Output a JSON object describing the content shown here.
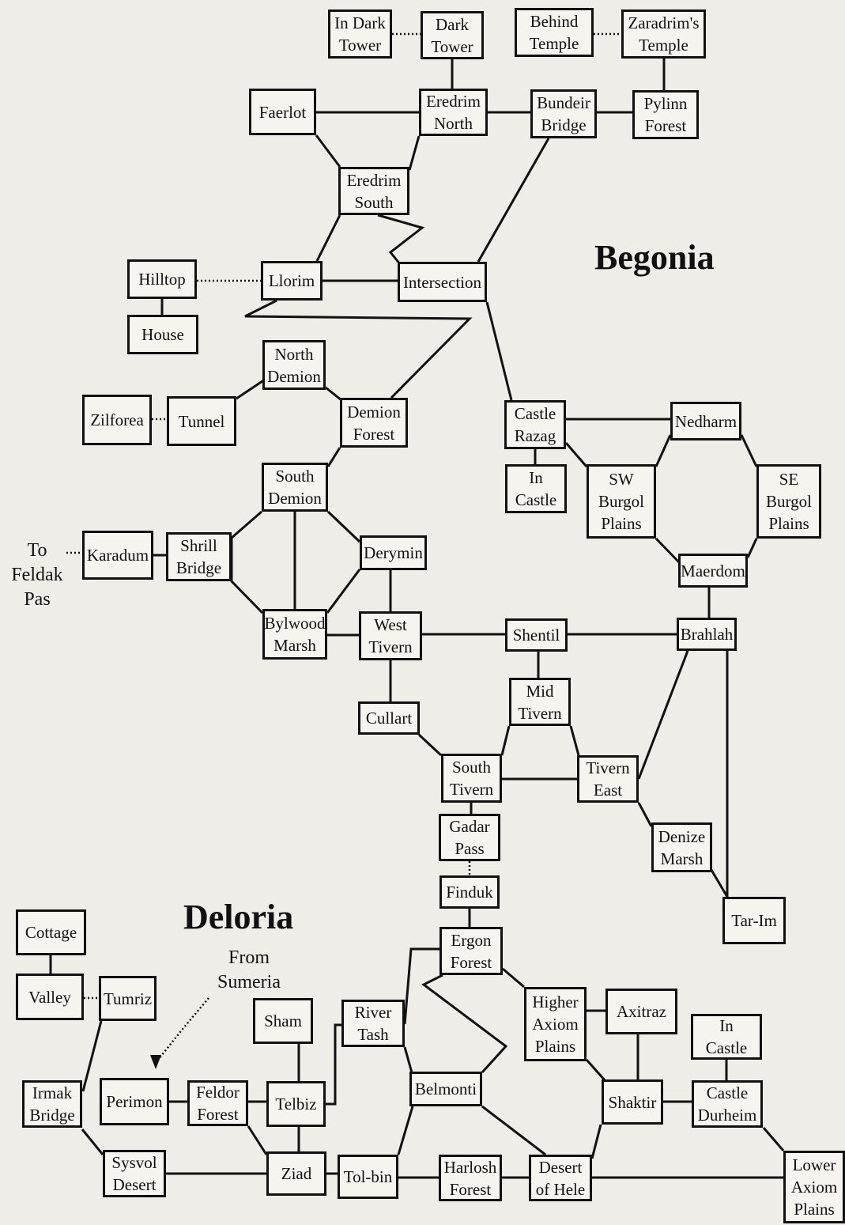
{
  "regions": {
    "begonia": "Begonia",
    "deloria": "Deloria"
  },
  "free_labels": {
    "to_feldak": "To\nFeldak\nPas",
    "from_sumeria": "From\nSumeria"
  },
  "locations": {
    "in_dark_tower": "In Dark\nTower",
    "dark_tower": "Dark\nTower",
    "behind_temple": "Behind\nTemple",
    "zaradrims_temple": "Zaradrim's\nTemple",
    "faerlot": "Faerlot",
    "eredrim_north": "Eredrim\nNorth",
    "bundeir_bridge": "Bundeir\nBridge",
    "pylinn_forest": "Pylinn\nForest",
    "eredrim_south": "Eredrim\nSouth",
    "hilltop": "Hilltop",
    "llorim": "Llorim",
    "intersection": "Intersection",
    "house": "House",
    "north_demion": "North\nDemion",
    "zilforea": "Zilforea",
    "tunnel": "Tunnel",
    "demion_forest": "Demion\nForest",
    "castle_razag": "Castle\nRazag",
    "nedharm": "Nedharm",
    "in_castle_razag": "In\nCastle",
    "sw_burgol_plains": "SW\nBurgol\nPlains",
    "se_burgol_plains": "SE\nBurgol\nPlains",
    "south_demion": "South\nDemion",
    "karadum": "Karadum",
    "shrill_bridge": "Shrill\nBridge",
    "derymin": "Derymin",
    "maerdom": "Maerdom",
    "bylwood_marsh": "Bylwood\nMarsh",
    "west_tivern": "West\nTivern",
    "shentil": "Shentil",
    "brahlah": "Brahlah",
    "mid_tivern": "Mid\nTivern",
    "cullart": "Cullart",
    "south_tivern": "South\nTivern",
    "tivern_east": "Tivern\nEast",
    "gadar_pass": "Gadar\nPass",
    "denize_marsh": "Denize\nMarsh",
    "finduk": "Finduk",
    "tar_im": "Tar-Im",
    "cottage": "Cottage",
    "ergon_forest": "Ergon\nForest",
    "valley": "Valley",
    "tumriz": "Tumriz",
    "sham": "Sham",
    "river_tash": "River\nTash",
    "higher_axiom_plains": "Higher\nAxiom\nPlains",
    "axitraz": "Axitraz",
    "in_castle_durheim": "In\nCastle",
    "irmak_bridge": "Irmak\nBridge",
    "perimon": "Perimon",
    "feldor_forest": "Feldor\nForest",
    "telbiz": "Telbiz",
    "belmonti": "Belmonti",
    "shaktir": "Shaktir",
    "castle_durheim": "Castle\nDurheim",
    "sysvol_desert": "Sysvol\nDesert",
    "ziad": "Ziad",
    "tol_bin": "Tol-bin",
    "harlosh_forest": "Harlosh\nForest",
    "desert_of_hele": "Desert\nof Hele",
    "lower_axiom_plains": "Lower\nAxiom\nPlains"
  }
}
